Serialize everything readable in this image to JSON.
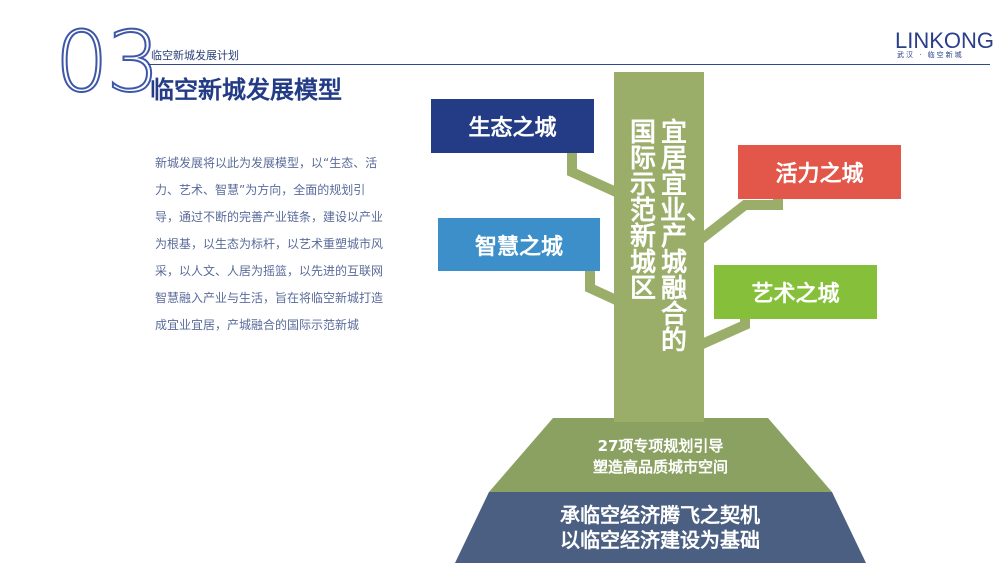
{
  "section_number": "03",
  "header": {
    "subtitle": "临空新城发展计划",
    "title": "临空新城发展模型"
  },
  "logo": {
    "main": "LINKONG",
    "sub": "武汉 · 临空新城"
  },
  "body_text": "新城发展将以此为发展模型，以“生态、活力、艺术、智慧”为方向，全面的规划引导，通过不断的完善产业链条，建设以产业为根基，以生态为标杆，以艺术重塑城市风采，以人文、人居为摇篮，以先进的互联网智慧融入产业与生活，旨在将临空新城打造成宜业宜居，产城融合的国际示范新城",
  "diagram": {
    "trunk_col1": "国际示范新城区",
    "trunk_col2": "宜居宜业、产城融合的",
    "branches": {
      "eco": "生态之城",
      "smart": "智慧之城",
      "vitality": "活力之城",
      "art": "艺术之城"
    },
    "base_upper": [
      "27项专项规划引导",
      "塑造高品质城市空间"
    ],
    "base_lower": [
      "承临空经济腾飞之契机",
      "以临空经济建设为基础"
    ]
  },
  "colors": {
    "trunk": "#9aae6a",
    "eco": "#233c85",
    "smart": "#3d8fc9",
    "vitality": "#e2574a",
    "art": "#86c03a",
    "base_upper": "#8aa161",
    "base_lower": "#4a5f82",
    "accent": "#233c85"
  }
}
